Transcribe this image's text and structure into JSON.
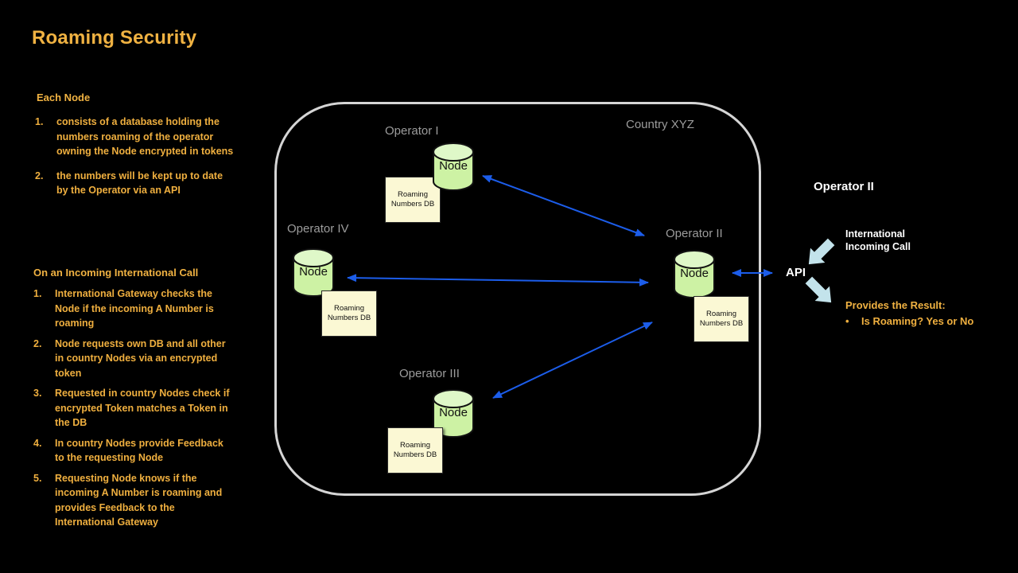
{
  "title": "Roaming Security",
  "colors": {
    "accent_gold": "#F0B242",
    "label_gray": "#9C9C9C",
    "arrow_blue": "#1C5DEA",
    "node_fill": "#CDF2A4",
    "node_top_fill": "#DFF8C8",
    "note_fill": "#FBF8D4",
    "block_arrow_fill": "#C3E3EB",
    "box_border": "#D5D5D5"
  },
  "left": {
    "section1": {
      "heading": "Each Node",
      "items": [
        {
          "num": "1.",
          "text": "consists of a database holding the numbers roaming of the operator owning the Node encrypted in tokens"
        },
        {
          "num": "2.",
          "text": "the numbers will be kept up to date by the Operator via an API"
        }
      ]
    },
    "section2": {
      "heading": "On an Incoming International Call",
      "items": [
        {
          "num": "1.",
          "text": "International Gateway checks the Node if the incoming A Number is roaming"
        },
        {
          "num": "2.",
          "text": "Node requests own DB and all other in country Nodes via an encrypted token"
        },
        {
          "num": "3.",
          "text": "Requested in country Nodes check if encrypted Token matches a Token in the DB"
        },
        {
          "num": "4.",
          "text": "In country Nodes provide Feedback to the requesting Node"
        },
        {
          "num": "5.",
          "text": "Requesting Node knows if the incoming A Number is roaming and provides Feedback to the International Gateway"
        }
      ]
    }
  },
  "diagram": {
    "country_label": "Country XYZ",
    "node_label": "Node",
    "db_note_text": "Roaming Numbers DB",
    "operators": [
      {
        "label": "Operator I"
      },
      {
        "label": "Operator IV"
      },
      {
        "label": "Operator II"
      },
      {
        "label": "Operator III"
      }
    ]
  },
  "right": {
    "operator_label": "Operator II",
    "incoming_call": "International Incoming Call",
    "api_label": "API",
    "result_heading": "Provides the Result:",
    "result_bullet": "•",
    "result_text": "Is Roaming? Yes or No"
  }
}
